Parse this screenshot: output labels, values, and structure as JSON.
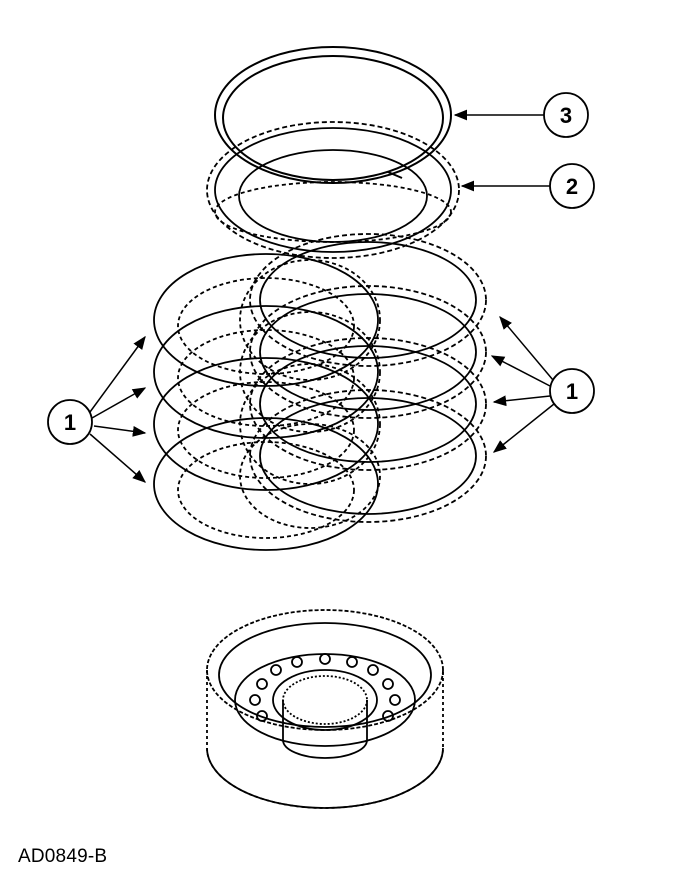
{
  "figure": {
    "code": "AD0849-B"
  },
  "callouts": {
    "snap_ring": "3",
    "pressure_plate": "2",
    "clutch_plates_left": "1",
    "clutch_plates_right": "1"
  },
  "colors": {
    "line": "#000000",
    "background": "#ffffff"
  }
}
